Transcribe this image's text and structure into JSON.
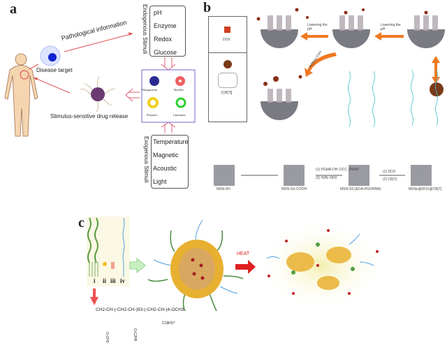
{
  "panel_a": {
    "letter": "a",
    "pathological_information": "Pathological information",
    "disease_target": "Disease target",
    "drug_release": "Stimulus-sensitive drug release",
    "endogenous_title": "Endogenous Stimuli",
    "endogenous_items": [
      "pH",
      "Enzyme",
      "Redox",
      "Glucose"
    ],
    "carriers": [
      "Nanoparticles",
      "Micelles",
      "Polymers",
      "Liposomes"
    ],
    "exogenous_title": "Exogenous Stimuli",
    "exogenous_items": [
      "Temperature",
      "Magnetic",
      "Acoustic",
      "Light"
    ]
  },
  "panel_b": {
    "letter": "b",
    "legend": [
      "DOX",
      "[CB[7]]"
    ],
    "arrow_labels": [
      "Lowering the pH",
      "Lowering the pH",
      "Adding GSH"
    ],
    "synthesis_labels": [
      "MSN-SH",
      "MSN-SS-COOH",
      "MSN-SS-(EDA-PGOHMA)",
      "MSNs@DOX@CB[7]"
    ],
    "reagents_1": [
      "(1) PGMA-OH, DCC, DMAP",
      "(2) H2N~NH2"
    ],
    "reagents_2": [
      "(1) DOX",
      "(2) CB[7]"
    ]
  },
  "panel_c": {
    "letter": "c",
    "components": [
      "i",
      "ii",
      "iii",
      "iv"
    ],
    "heat_label": "HEAT",
    "formula_main": "CH2-CH-(-CH2-CH-)93-(-CH2-CH-)4-OCH3",
    "formula_sub": [
      "O-CH3",
      "O-C2H5",
      "C18H37"
    ],
    "colors": {
      "heat": "#e02020",
      "arrow": "#f07820"
    }
  }
}
